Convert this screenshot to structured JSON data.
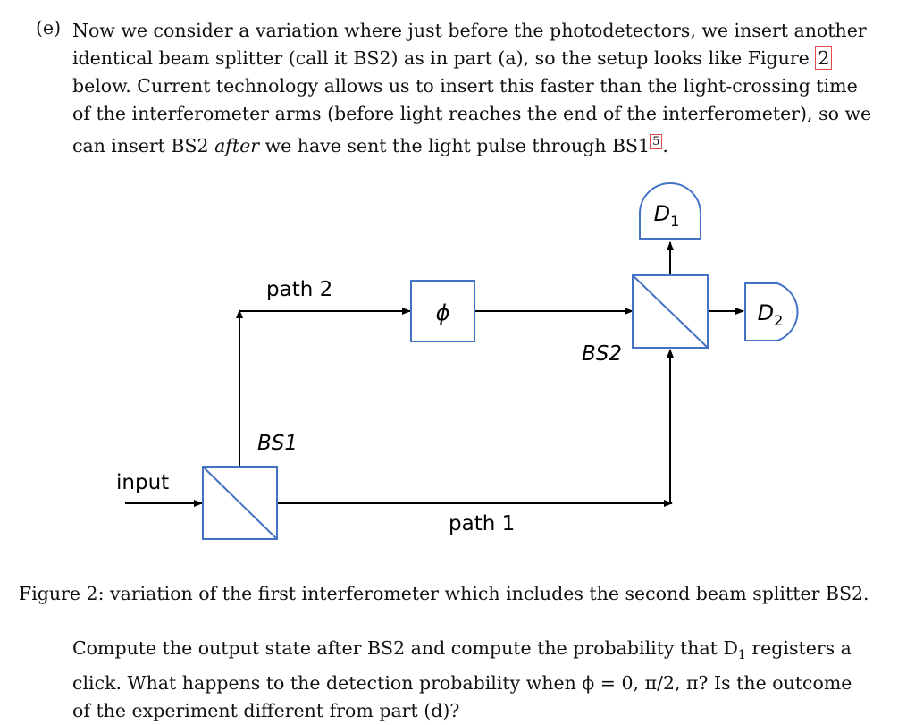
{
  "header": {
    "part_label": "(e)",
    "lines": [
      "Now we consider a variation where just before the photodetectors, we insert another",
      "identical beam splitter (call it BS2) as in part (a), so the setup looks like Figure ",
      "below. Current technology allows us to insert this faster than the light-crossing time",
      "of the interferometer arms (before light reaches the end of the interferometer), so we",
      "can insert BS2 ",
      " we have sent the light pulse through BS1"
    ],
    "figure_ref": "2",
    "after_word": "after",
    "footnote": "5",
    "period": "."
  },
  "diagram": {
    "input_label": "input",
    "bs1_label": "BS1",
    "bs2_label": "BS2",
    "path1_label": "path 1",
    "path2_label": "path 2",
    "phase_symbol": "ϕ",
    "d1_label": "D",
    "d1_sub": "1",
    "d2_label": "D",
    "d2_sub": "2",
    "colors": {
      "box_stroke": "#4472c4",
      "line": "#000000",
      "ref_box": "#e04b4b"
    }
  },
  "caption": "Figure 2: variation of the first interferometer which includes the second beam splitter BS2.",
  "question": {
    "lines": [
      "Compute the output state after BS2 and compute the probability that D",
      " registers a",
      "click. What happens to the detection probability when ϕ = 0, π/2, π? Is the outcome",
      "of the experiment different from part (d)?"
    ],
    "d_sub": "1"
  }
}
